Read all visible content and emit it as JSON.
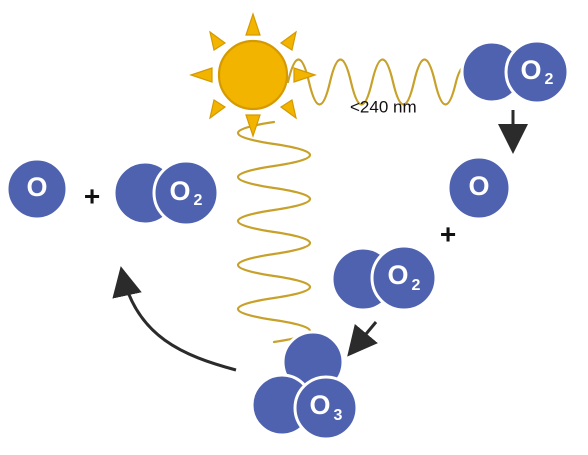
{
  "colors": {
    "atom": "#4F62AF",
    "atom_stroke": "#ffffff",
    "sun": "#F3B400",
    "sun_stroke": "#D49A00",
    "wave": "#C8A12A",
    "arrow": "#2b2b2b",
    "text": "#111111"
  },
  "labels": {
    "wavelength": "<240 nm",
    "plus": "+",
    "o_symbol": "O",
    "o2_symbol": "O",
    "o2_sub": "2",
    "o3_symbol": "O",
    "o3_sub": "3"
  },
  "icons": {
    "sun": "sun-icon",
    "uv_wave": "wave-icon",
    "arrow": "arrow-icon",
    "atom": "atom-icon"
  }
}
